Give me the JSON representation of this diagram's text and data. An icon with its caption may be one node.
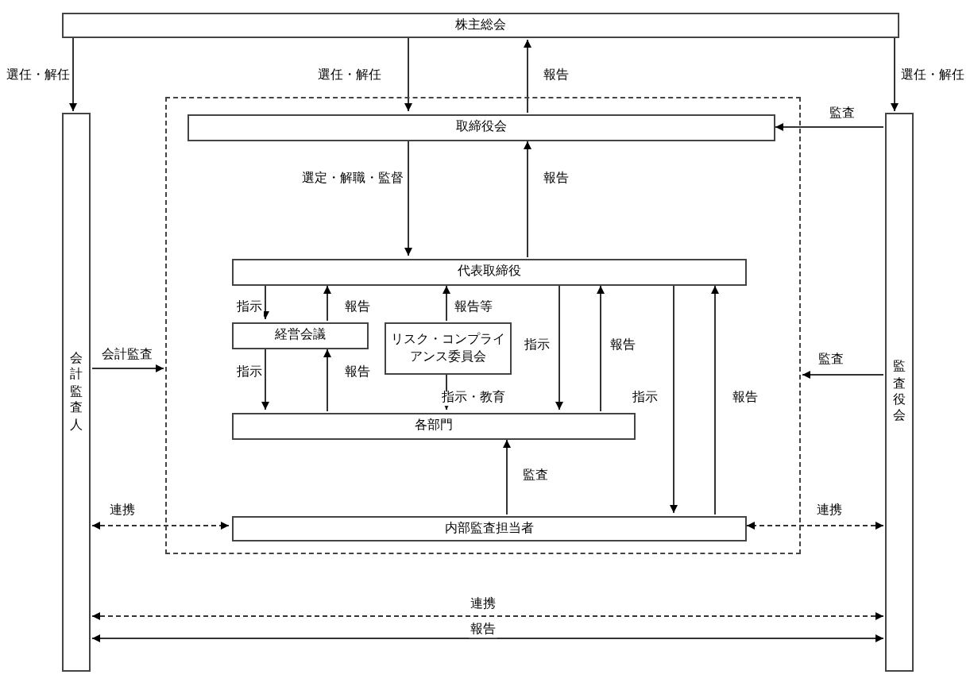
{
  "diagram": {
    "nodes": [
      {
        "text": [
          "株主総会"
        ]
      },
      {
        "text": [
          "会計監査人"
        ]
      },
      {
        "text": [],
        "shape": "box"
      },
      {
        "text": [
          "取締役会"
        ],
        "in": 2
      },
      {
        "text": [
          "代表取締役"
        ],
        "in": 2
      },
      {
        "text": [
          "経営会議"
        ],
        "in": 2
      },
      {
        "text": [
          "リスク・コンプライアンス委員会"
        ],
        "in": 2
      },
      {
        "text": [
          "各部門"
        ],
        "in": 2
      },
      {
        "text": [
          "内部監査担当者"
        ],
        "in": 2
      },
      {
        "text": [
          "監査役会"
        ]
      }
    ],
    "edges": [
      {
        "from": 0,
        "to": 1,
        "arrow": "to",
        "label": "選任・解任"
      },
      {
        "from": 0,
        "to": 3,
        "arrow": "to",
        "label": "選任・解任"
      },
      {
        "from": 3,
        "to": 0,
        "arrow": "to",
        "label": "報告"
      },
      {
        "from": 0,
        "to": 9,
        "arrow": "to",
        "label": "選任・解任"
      },
      {
        "from": 9,
        "to": 3,
        "arrow": "to",
        "label": "監査"
      },
      {
        "from": 3,
        "to": 4,
        "arrow": "to",
        "label": "選定・解職・監督"
      },
      {
        "from": 4,
        "to": 3,
        "arrow": "to",
        "label": "報告"
      },
      {
        "from": 4,
        "to": 5,
        "arrow": "to",
        "label": "指示"
      },
      {
        "from": 5,
        "to": 4,
        "arrow": "to",
        "label": "報告"
      },
      {
        "from": 6,
        "to": 4,
        "arrow": "to",
        "label": "報告等"
      },
      {
        "from": 5,
        "to": 7,
        "arrow": "to",
        "label": "指示"
      },
      {
        "from": 7,
        "to": 5,
        "arrow": "to",
        "label": "報告"
      },
      {
        "from": 6,
        "to": 7,
        "arrow": "to",
        "label": "指示・教育"
      },
      {
        "from": 4,
        "to": 7,
        "arrow": "to",
        "label": "指示"
      },
      {
        "from": 7,
        "to": 4,
        "arrow": "to",
        "label": "報告"
      },
      {
        "from": 4,
        "to": 8,
        "arrow": "to",
        "label": "指示"
      },
      {
        "from": 8,
        "to": 4,
        "arrow": "to",
        "label": "報告"
      },
      {
        "from": 8,
        "to": 7,
        "arrow": "to",
        "label": "監査"
      },
      {
        "from": 1,
        "to": 2,
        "arrow": "to",
        "label": "会計監査"
      },
      {
        "from": 9,
        "to": 2,
        "arrow": "to",
        "label": "監査"
      },
      {
        "from": 1,
        "to": 8,
        "arrow": "both",
        "label": "連携",
        "style": "dashed"
      },
      {
        "from": 9,
        "to": 8,
        "arrow": "both",
        "label": "連携",
        "style": "dashed"
      },
      {
        "from": 1,
        "to": 9,
        "arrow": "both",
        "label": "連携",
        "style": "dashed"
      },
      {
        "from": 1,
        "to": 9,
        "arrow": "both",
        "label": "報告"
      }
    ]
  }
}
